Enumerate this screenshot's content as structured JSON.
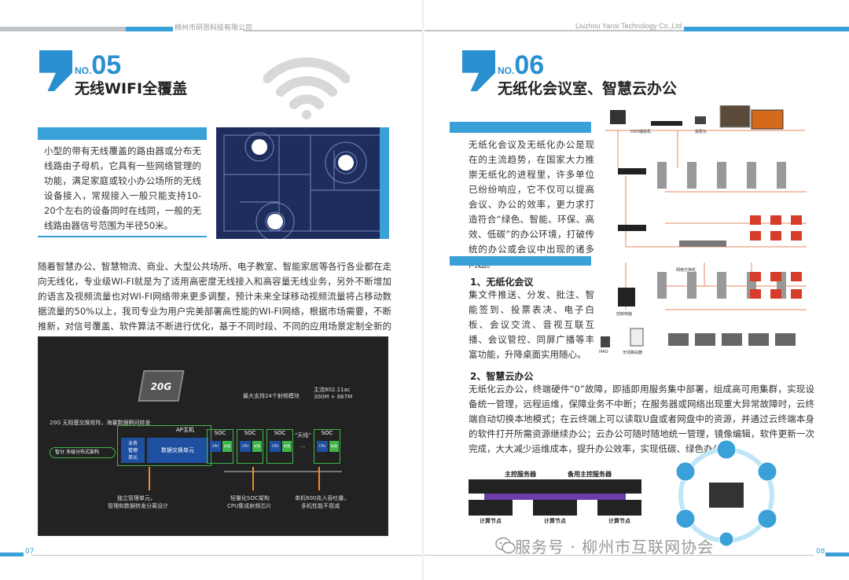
{
  "left": {
    "header": "柳州市研思科技有限公司",
    "no_prefix": "NO.",
    "no_num": "05",
    "title": "无线WIFI全覆盖",
    "intro": "小型的带有无线覆盖的路由器或分布无线路由子母机，它具有一些网络管理的功能，满足家庭或较小办公场所的无线设备接入，常规接入一般只能支持10-20个左右的设备同时在线同，一般的无线路由器信号范围为半径50米。",
    "body": "随着智慧办公、智慧物流、商业、大型公共场所、电子教室、智能家居等各行各业都在走向无线化，专业级WI-FI就是为了适用高密度无线接入和高容量无线业务，另外不断增加的语言及视频流量也对WI-FI网络带来更多调整，预计未来全球移动视频流量将占移动数据流量的50%以上，我司专业为用户完美部署高性能的WI-FI网络，根据市场需要，不断推新，对信号覆盖、软件算法不断进行优化，基于不同时段、不同的应用场景定制全新的WI-FI产品和方案。",
    "diagram": {
      "chip": "20G",
      "l_switch": "20G 无阻塞交换矩阵，海量数据瞬间转发",
      "ap_host": "AP主机",
      "biz": "业务\n管理\n单元",
      "data_sw": "数据交换单元",
      "smart": "智分",
      "multi": "多级分布式架构",
      "soc": "SOC",
      "cpu": "CPU",
      "rf": "射频",
      "tianxian": "\"天线\"",
      "dash": "...",
      "max24": "最大支持24个射频模块",
      "main_ac": "主流802.11ac",
      "speed": "300M + 867M",
      "mgmt": "独立管理单元，",
      "mgmt2": "管理和数据转发分离设计",
      "soc_arch": "轻量化SOC架构",
      "soc_arch2": "CPU集成射频芯片",
      "thru": "单机600兆人吞吐量，",
      "thru2": "多机性能不衰减"
    },
    "page_no": "07"
  },
  "right": {
    "header": "Liuzhou Yansi Technology Co.,Ltd",
    "no_prefix": "NO.",
    "no_num": "06",
    "title": "无纸化会议室、智慧云办公",
    "intro": "无纸化会议及无纸化办公是现在的主流趋势，在国家大力推崇无纸化的进程里，许多单位已纷纷响应，它不仅可以提高会议、办公的效率，更力求打造符合“绿色、智能、环保、高效、低碳”的办公环境，打破传统的办公或会议中出现的诸多问题。",
    "sub1": "1、无纸化会议",
    "sub1_text": "集文件推送、分发、批注、智能签到、投票表决、电子白板、会议交流、音视互联互播、会议管控、同屏广播等丰富功能，升降桌面实用随心。",
    "sub2": "2、智慧云办公",
    "sub2_text": "无纸化云办公，终端硬件“0”故障，即插即用服务集中部署，组成高可用集群，实现设备统一管理，远程运维，保障业务不中断；在服务器或网络出现重大异常故障时，云终端自动切换本地模式；在云终端上可以读取U盘或者网盘中的资源，并通过云终端本身的软件打开所需资源继续办公；云办公可随时随地统一管理，镜像编辑，软件更新一次完成，大大减少运维成本，提升办公效率，实现低碳、绿色办公。",
    "server_main": "主控服务器",
    "server_backup": "备用主控服务器",
    "compute": "计算节点",
    "dev_dvd": "DVD播放机",
    "dev_proj": "投影仪",
    "dev_ipad": "IPAD",
    "dev_router": "无线路由器",
    "dev_sw": "网络交换机",
    "dev_ctrl": "控制电脑",
    "page_no": "08"
  },
  "watermark": "服务号 · 柳州市互联网协会"
}
